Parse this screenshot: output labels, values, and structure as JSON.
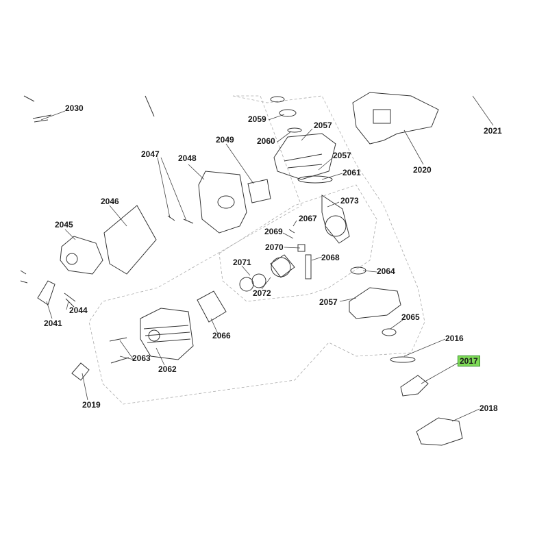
{
  "labels": {
    "l2030": "2030",
    "l2059": "2059",
    "l2057a": "2057",
    "l2060": "2060",
    "l2057b": "2057",
    "l2061": "2061",
    "l2021": "2021",
    "l2020": "2020",
    "l2047": "2047",
    "l2048": "2048",
    "l2049": "2049",
    "l2046": "2046",
    "l2073": "2073",
    "l2045": "2045",
    "l2067": "2067",
    "l2069": "2069",
    "l2070": "2070",
    "l2068": "2068",
    "l2071": "2071",
    "l2064": "2064",
    "l2072": "2072",
    "l2057c": "2057",
    "l2044": "2044",
    "l2041": "2041",
    "l2065": "2065",
    "l2066": "2066",
    "l2016": "2016",
    "l2063": "2063",
    "l2017": "2017",
    "l2062": "2062",
    "l2019": "2019",
    "l2018": "2018"
  },
  "highlight_color": "#7ed957"
}
